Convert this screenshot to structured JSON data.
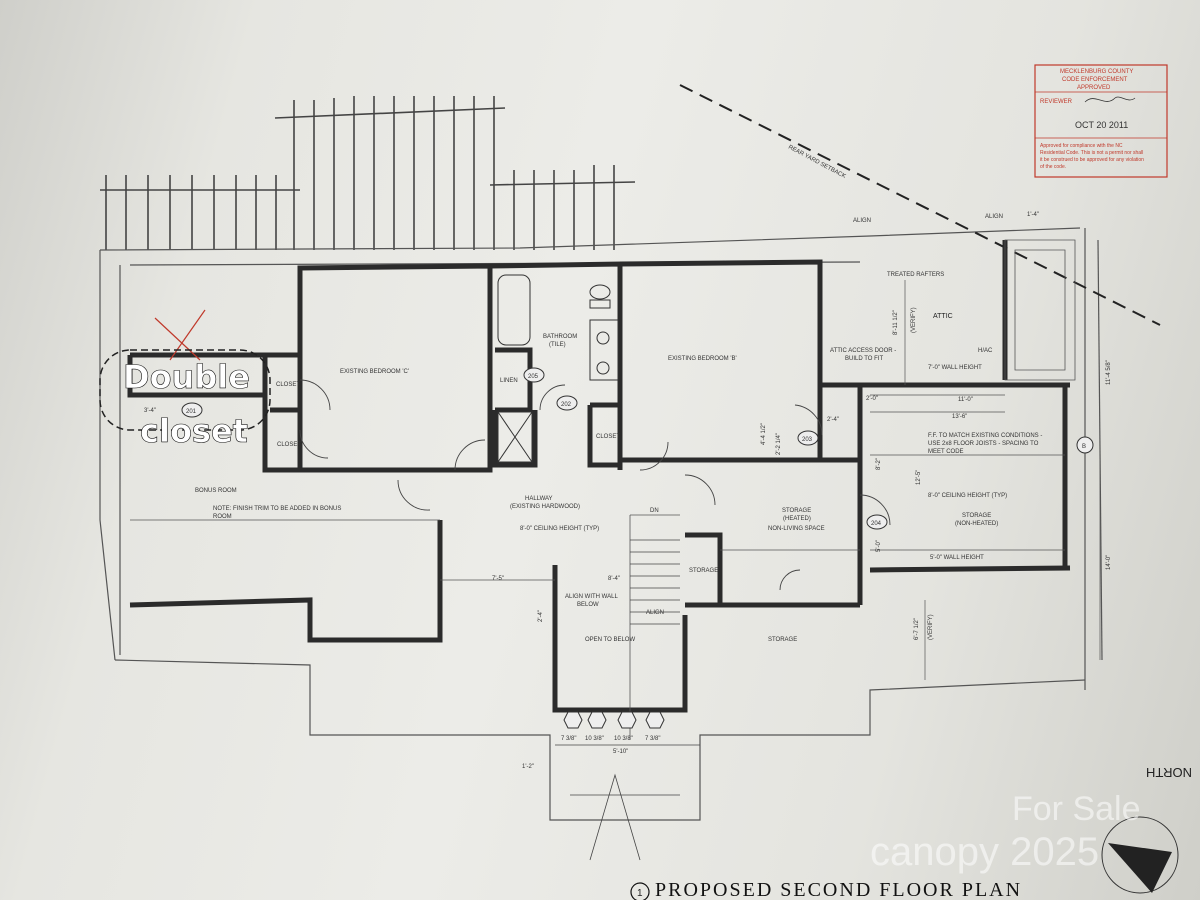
{
  "title": {
    "number": "1",
    "text": "PROPOSED SECOND FLOOR PLAN"
  },
  "stamp": {
    "agency": "MECKLENBURG COUNTY",
    "dept": "CODE ENFORCEMENT",
    "status": "APPROVED",
    "reviewer_label": "REVIEWER",
    "date": "OCT 20 2011",
    "note_1": "Approved for compliance with the NC",
    "note_2": "Residential Code. This is not a permit nor shall",
    "note_3": "it be construed to be approved for any violation",
    "note_4": "of the code."
  },
  "annotation": {
    "line1": "Double",
    "line2": "closet"
  },
  "setback": "REAR YARD SETBACK",
  "north": "NORTH",
  "watermark": {
    "line1": "For Sale",
    "line2": "canopy 2025"
  },
  "rooms": {
    "bedroom_c": "EXISTING BEDROOM 'C'",
    "bedroom_b": "EXISTING BEDROOM 'B'",
    "bathroom": "BATHROOM",
    "bathroom_sub": "(TILE)",
    "linen": "LINEN",
    "closet_1": "CLOSET",
    "closet_2": "CLOSET",
    "closet_3": "CLOSET",
    "bonus": "BONUS ROOM",
    "bonus_note_1": "NOTE: FINISH TRIM TO BE ADDED IN BONUS",
    "bonus_note_2": "ROOM",
    "hallway": "HALLWAY",
    "hallway_sub": "(EXISTING HARDWOOD)",
    "ceiling_hall": "8'-0\" CEILING HEIGHT (TYP)",
    "storage_heated": "STORAGE",
    "storage_heated_sub": "(HEATED)",
    "non_living": "NON-LIVING SPACE",
    "storage_small": "STORAGE",
    "storage_lower": "STORAGE",
    "storage_nonheated": "STORAGE",
    "storage_nonheated_sub": "(NON-HEATED)",
    "ceiling_storage": "8'-0\" CEILING HEIGHT (TYP)",
    "wall_5": "5'-0\" WALL HEIGHT",
    "wall_7": "7'-0\" WALL HEIGHT",
    "attic": "ATTIC",
    "hvac": "H/AC",
    "treated_rafters": "TREATED RAFTERS",
    "attic_access_1": "ATTIC ACCESS DOOR -",
    "attic_access_2": "BUILD TO FIT",
    "ff_note_1": "F.F. TO MATCH EXISTING CONDITIONS -",
    "ff_note_2": "USE 2x8 FLOOR JOISTS - SPACING TO",
    "ff_note_3": "MEET CODE",
    "align_wall_1": "ALIGN WITH WALL",
    "align_wall_2": "BELOW",
    "open_below": "OPEN TO BELOW",
    "align_1": "ALIGN",
    "align_2": "ALIGN",
    "align_3": "ALIGN",
    "dn": "DN"
  },
  "tags": {
    "t201": "201",
    "t202": "202",
    "t203": "203",
    "t204": "204",
    "t205": "205",
    "grid_b": "B"
  },
  "dims": {
    "d1": "8'-11 1/2\"",
    "d1b": "(VERIFY)",
    "d2": "11'-0\"",
    "d3": "13'-6\"",
    "d4": "2'-4\"",
    "d5": "2'-0\"",
    "d6": "4'-4 1/2\"",
    "d7": "2'-2 1/4\"",
    "d8": "8'-2\"",
    "d9": "12'-5\"",
    "d10": "5'-0\"",
    "d11": "6'-7 1/2\"",
    "d11b": "(VERIFY)",
    "d12": "14'-0\"",
    "d13": "11'-4 5/8\"",
    "d14": "7'-5\"",
    "d15": "8'-4\"",
    "d16": "2'-4\"",
    "d17": "1'-4\"",
    "d18": "3'-4\"",
    "d19": "1'-2\"",
    "d20": "5'-10\"",
    "d21": "7 3/8\"",
    "d22": "10 3/8\"",
    "d23": "10 3/8\"",
    "d24": "7 3/8\""
  }
}
